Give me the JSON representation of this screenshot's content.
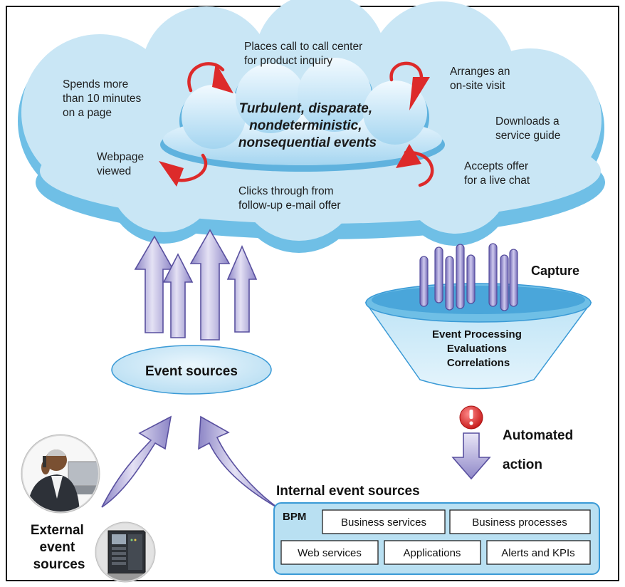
{
  "cloud": {
    "center_lines": [
      "Turbulent, disparate,",
      "nondeterministic,",
      "nonsequential events"
    ],
    "events": {
      "call_center": [
        "Places call to call center",
        "for product inquiry"
      ],
      "spends_time": [
        "Spends more",
        "than 10 minutes",
        "on a page"
      ],
      "site_visit": [
        "Arranges an",
        "on-site visit"
      ],
      "service_guide": [
        "Downloads a",
        "service guide"
      ],
      "webpage": [
        "Webpage",
        "viewed"
      ],
      "clicks": [
        "Clicks through from",
        "follow-up e-mail offer"
      ],
      "live_chat": [
        "Accepts offer",
        "for a live chat"
      ]
    }
  },
  "capture_label": "Capture",
  "funnel_lines": [
    "Event Processing",
    "Evaluations",
    "Correlations"
  ],
  "event_sources_label": "Event sources",
  "automated_action": [
    "Automated",
    "action"
  ],
  "internal_title": "Internal event sources",
  "internal_box": {
    "bpm_label": "BPM",
    "row1": [
      "Business services",
      "Business processes"
    ],
    "row2": [
      "Web services",
      "Applications",
      "Alerts and KPIs"
    ]
  },
  "external_label": [
    "External",
    "event",
    "sources"
  ],
  "icons": {
    "alert": "exclamation-icon",
    "person": "businessman-photo-icon",
    "servers": "server-rack-icon"
  },
  "colors": {
    "cloud_fill": "#c9e6f5",
    "cloud_shadow": "#6fbfe6",
    "arrow_fill": "#a9a3d6",
    "arrow_stroke": "#59509f",
    "cycle_arrow": "#dd2a2a",
    "box_fill": "#b9e0f2",
    "box_stroke": "#3a9ad6"
  }
}
